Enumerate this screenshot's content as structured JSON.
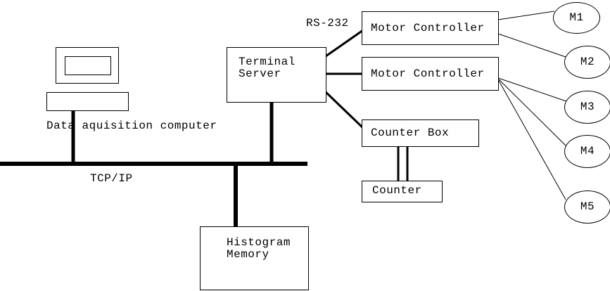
{
  "labels": {
    "computer": "Data aquisition computer",
    "bus": "TCP/IP",
    "serial": "RS-232"
  },
  "nodes": {
    "terminal_server": "Terminal\nServer",
    "motor_controller_1": "Motor Controller",
    "motor_controller_2": "Motor Controller",
    "counter_box": "Counter Box",
    "counter": "Counter",
    "histogram_memory": "Histogram\nMemory"
  },
  "motors": [
    {
      "label": "M1"
    },
    {
      "label": "M2"
    },
    {
      "label": "M3"
    },
    {
      "label": "M4"
    },
    {
      "label": "M5"
    }
  ],
  "colors": {
    "line": "#000000",
    "background": "#ffffff",
    "text": "#000000"
  }
}
